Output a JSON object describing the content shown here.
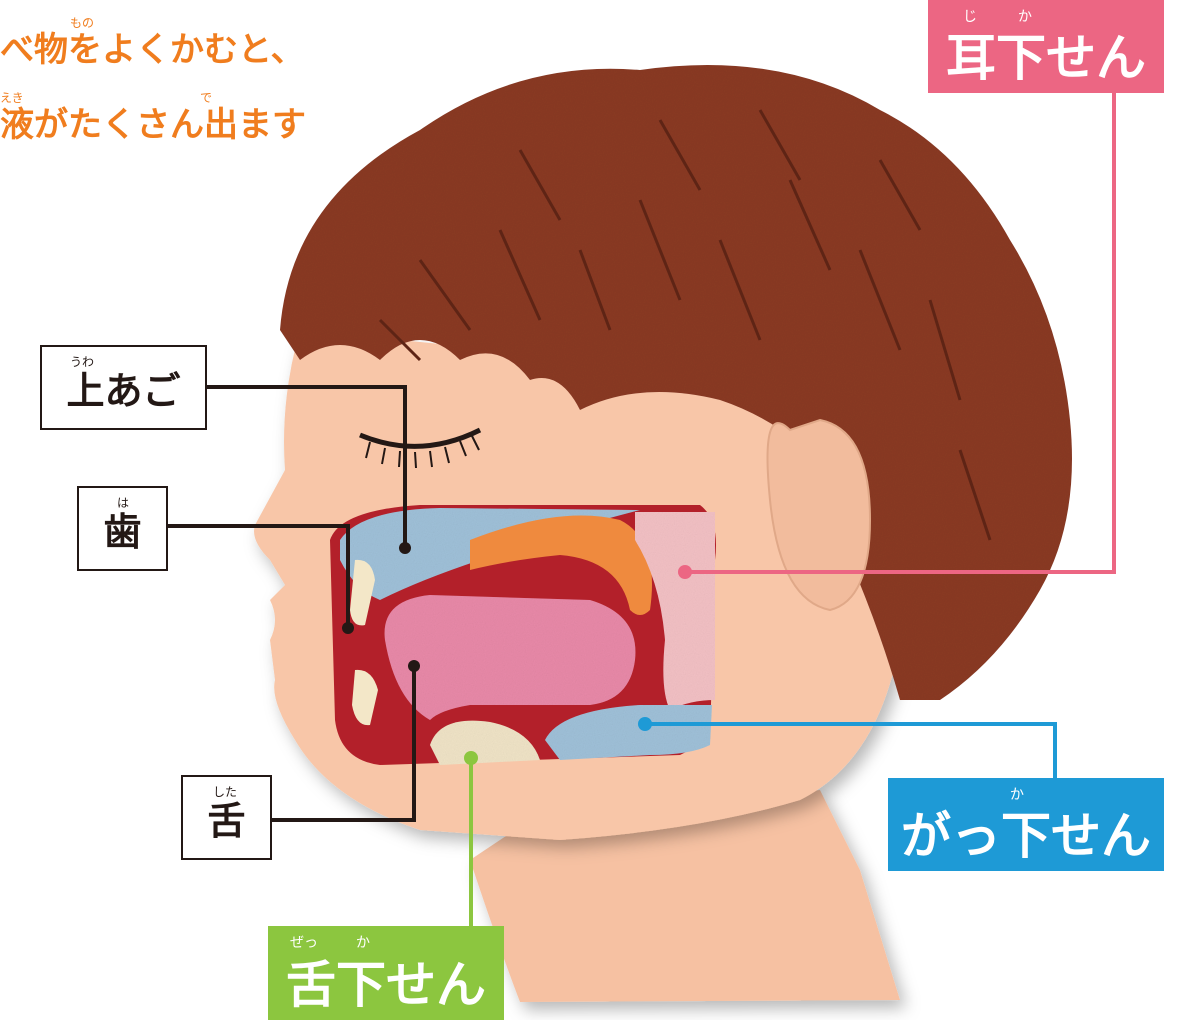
{
  "headline": {
    "line1": "べ物をよくかむと、",
    "line1_ruby": "もの",
    "line2": "液がたくさん出ます",
    "line2_ruby_a": "えき",
    "line2_ruby_b": "で"
  },
  "labels": {
    "palate": {
      "text": "上あご",
      "ruby": "うわ"
    },
    "teeth": {
      "text": "歯",
      "ruby": "は"
    },
    "tongue": {
      "text": "舌",
      "ruby": "した"
    }
  },
  "glands": {
    "parotid": {
      "text": "耳下せん",
      "ruby_1": "じ",
      "ruby_2": "か",
      "color": "#ec6683"
    },
    "submandibular": {
      "text": "がっ下せん",
      "ruby": "か",
      "color": "#1e9ad6"
    },
    "sublingual": {
      "text": "舌下せん",
      "ruby_1": "ぜっ",
      "ruby_2": "か",
      "color": "#8cc63f"
    }
  },
  "colors": {
    "hair": "#8a3a24",
    "skin": "#f8c6a8",
    "tongue": "#e889a8",
    "mouth_inside": "#b3202a",
    "saliva_tissue": "#9fc0d8",
    "orange_palate": "#ef8a3e",
    "leader_black": "#231815"
  }
}
